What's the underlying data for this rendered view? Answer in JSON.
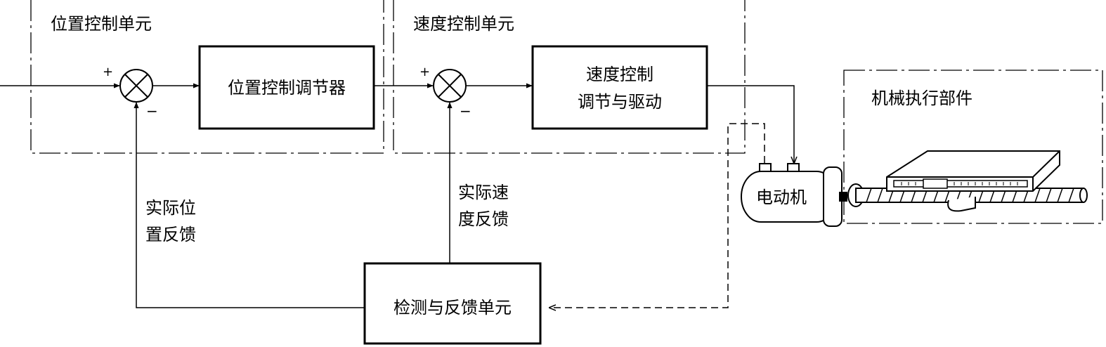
{
  "labels": {
    "position_unit": "位置控制单元",
    "speed_unit": "速度控制单元",
    "position_regulator": "位置控制调节器",
    "speed_regulator_line1": "速度控制",
    "speed_regulator_line2": "调节与驱动",
    "mechanical_part": "机械执行部件",
    "motor": "电动机",
    "detection_unit": "检测与反馈单元",
    "speed_feedback_line1": "实际速",
    "speed_feedback_line2": "度反馈",
    "position_feedback_line1": "实际位",
    "position_feedback_line2": "置反馈",
    "plus": "+",
    "minus": "−"
  }
}
